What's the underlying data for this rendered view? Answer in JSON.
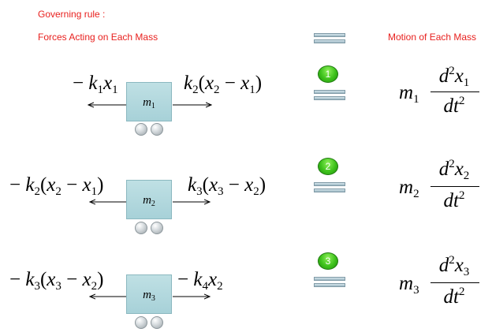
{
  "header": {
    "governing_rule": "Governing rule :",
    "forces_title": "Forces Acting on Each Mass",
    "motion_title": "Motion of Each Mass"
  },
  "masses": [
    {
      "badge": "1",
      "block_m": "m",
      "block_sub": "1",
      "left_force": {
        "sign": "− ",
        "a": "k",
        "a_sub": "1",
        "b": "x",
        "b_sub": "1"
      },
      "right_force": {
        "k": "k",
        "k_sub": "2",
        "x1": "x",
        "x1_sub": "2",
        "minus": " − ",
        "x2": "x",
        "x2_sub": "1"
      },
      "motion": {
        "m": "m",
        "m_sub": "1",
        "d": "d",
        "sup": "2",
        "x": "x",
        "x_sub": "1",
        "dt": "dt",
        "dt_sup": "2"
      }
    },
    {
      "badge": "2",
      "block_m": "m",
      "block_sub": "2",
      "left_force": {
        "sign": "− ",
        "k": "k",
        "k_sub": "2",
        "x1": "x",
        "x1_sub": "2",
        "minus": " − ",
        "x2": "x",
        "x2_sub": "1"
      },
      "right_force": {
        "k": "k",
        "k_sub": "3",
        "x1": "x",
        "x1_sub": "3",
        "minus": " − ",
        "x2": "x",
        "x2_sub": "2"
      },
      "motion": {
        "m": "m",
        "m_sub": "2",
        "d": "d",
        "sup": "2",
        "x": "x",
        "x_sub": "2",
        "dt": "dt",
        "dt_sup": "2"
      }
    },
    {
      "badge": "3",
      "block_m": "m",
      "block_sub": "3",
      "left_force": {
        "sign": "− ",
        "k": "k",
        "k_sub": "3",
        "x1": "x",
        "x1_sub": "3",
        "minus": " − ",
        "x2": "x",
        "x2_sub": "2"
      },
      "right_force": {
        "sign": "− ",
        "a": "k",
        "a_sub": "4",
        "b": "x",
        "b_sub": "2"
      },
      "motion": {
        "m": "m",
        "m_sub": "3",
        "d": "d",
        "sup": "2",
        "x": "x",
        "x_sub": "3",
        "dt": "dt",
        "dt_sup": "2"
      }
    }
  ],
  "colors": {
    "heading_red": "#e8201e",
    "badge_green": "#3dc11b",
    "block_fill": "#a7d1d8",
    "equals_fill": "#9bb6c2"
  }
}
